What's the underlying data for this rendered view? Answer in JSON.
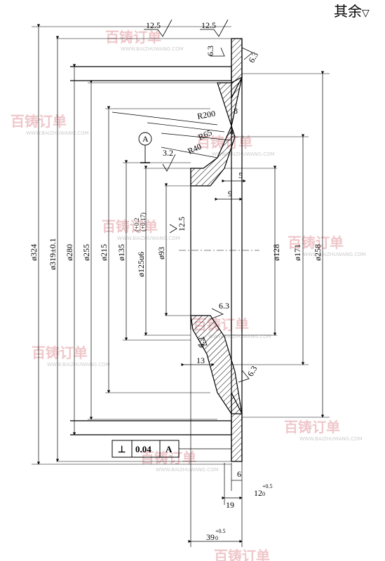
{
  "note": {
    "text": "其余"
  },
  "watermark": {
    "brand": "百铸订单",
    "site": "WWW.BAIZHUWANG.COM"
  },
  "datum": {
    "letter": "A"
  },
  "tolerance_frame": {
    "symbol": "⊥",
    "value": "0.04",
    "datum": "A"
  },
  "roughness": {
    "r12_5": "12.5",
    "r6_3": "6.3",
    "r3_2": "3.2"
  },
  "dims": {
    "d324": "ø324",
    "d319": "ø319±0.1",
    "d280": "ø280",
    "d255": "ø255",
    "d215": "ø215",
    "d135": "ø135",
    "d125": "ø125u6",
    "d125_tol_up": "(+0.2",
    "d125_tol_lo": "(+0.17)",
    "d93": "ø93",
    "d128": "ø128",
    "d171": "ø171",
    "d258": "ø258",
    "r200": "R200",
    "r65": "R65",
    "r40": "R40",
    "n8": "8",
    "n4": "4",
    "n5": "5",
    "n9": "9",
    "n13": "13",
    "n6": "6",
    "n19": "19",
    "n12": "12",
    "n12_tol": "+0.5",
    "n12_lo": "0",
    "n39": "39",
    "n39_tol": "+0.5",
    "n39_lo": "0"
  }
}
